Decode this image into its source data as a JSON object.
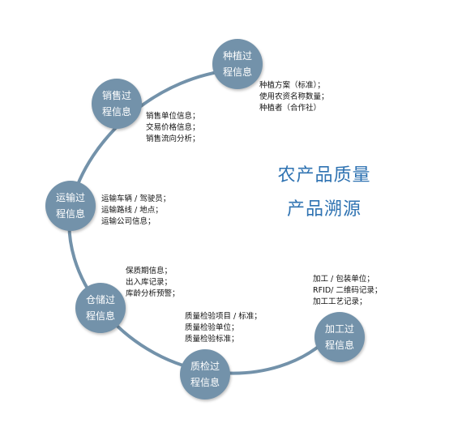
{
  "title": {
    "line1": "农产品质量",
    "line2": "产品溯源"
  },
  "stages": [
    {
      "id": "planting",
      "line1": "种植过",
      "line2": "程信息",
      "notes": [
        "种植方案（标准）；",
        "使用农资名称数量；",
        "种植者（合作社）"
      ]
    },
    {
      "id": "sales",
      "line1": "销售过",
      "line2": "程信息",
      "notes": [
        "销售单位信息；",
        "交易价格信息；",
        "销售流向分析；"
      ]
    },
    {
      "id": "transport",
      "line1": "运输过",
      "line2": "程信息",
      "notes": [
        "运输车辆 / 驾驶员；",
        "运输路线 / 地点；",
        "运输公司信息；"
      ]
    },
    {
      "id": "storage",
      "line1": "仓储过",
      "line2": "程信息",
      "notes": [
        "保质期信息；",
        "出入库记录；",
        "库龄分析预警；"
      ]
    },
    {
      "id": "inspection",
      "line1": "质检过",
      "line2": "程信息",
      "notes": [
        "质量检验项目 / 标准；",
        "质量检验单位；",
        "质量检验标准；"
      ]
    },
    {
      "id": "processing",
      "line1": "加工过",
      "line2": "程信息",
      "notes": [
        "加工 / 包装单位；",
        "RFID/ 二维码记录；",
        "加工工艺记录；"
      ]
    }
  ]
}
